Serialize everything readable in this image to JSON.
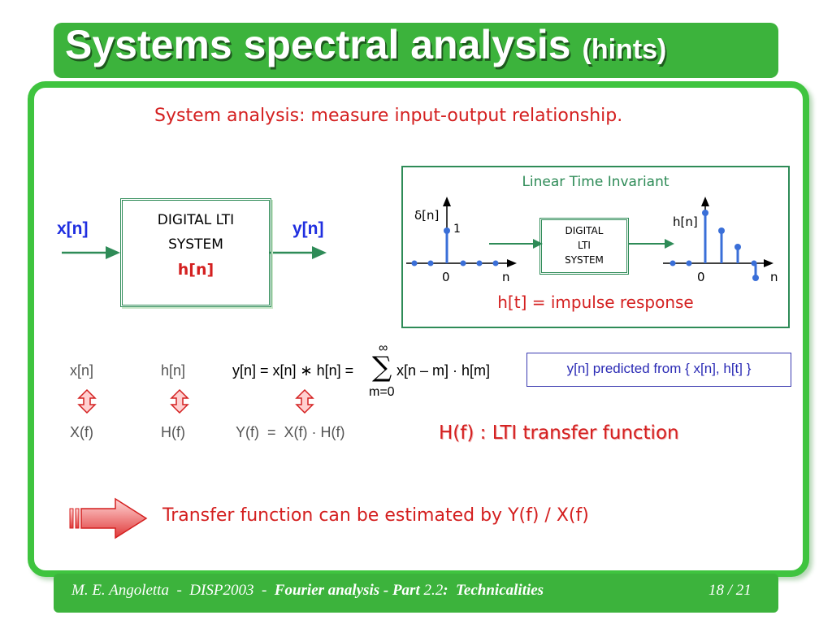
{
  "title": {
    "main": "Systems spectral analysis",
    "hint": "(hints)"
  },
  "subtitle": "System analysis: measure input-output relationship.",
  "block_diagram": {
    "input_label": "x[n]",
    "output_label": "y[n]",
    "box_line1": "DIGITAL LTI",
    "box_line2": "SYSTEM",
    "box_line3": "h[n]"
  },
  "lti_panel": {
    "title": "Linear Time Invariant",
    "left_plot": {
      "y_label": "δ[n]",
      "value_label": "1",
      "zero_label": "0",
      "n_label": "n"
    },
    "box_line1": "DIGITAL",
    "box_line2": "LTI",
    "box_line3": "SYSTEM",
    "right_plot": {
      "y_label": "h[n]",
      "zero_label": "0",
      "n_label": "n"
    },
    "caption": "h[t] = impulse response"
  },
  "relations": {
    "xn": "x[n]",
    "hn": "h[n]",
    "conv_lhs": "y[n] = x[n] ∗ h[n] =",
    "sum_top": "∞",
    "sum_symbol": "∑",
    "sum_bottom": "m=0",
    "conv_rhs": "x[n – m] · h[m]",
    "Xf": "X(f)",
    "Hf": "H(f)",
    "Yf": "Y(f)  =  X(f) · H(f)"
  },
  "prediction": "y[n] predicted from { x[n], h[t] }",
  "transfer_function": "H(f) : LTI transfer function",
  "conclusion": "Transfer function can be estimated by Y(f) / X(f)",
  "footer": {
    "author": "M. E. Angoletta  -  DISP2003  -  ",
    "course_bold": "Fourier analysis - Part",
    "part": " 2.2",
    "topic_bold": ":  Technicalities",
    "page": "18 / 21"
  },
  "colors": {
    "green_bar": "#3cb33c",
    "frame_green": "#3fc43f",
    "accent_red": "#d42020",
    "blue": "#1f2ee0",
    "dot_blue": "#3a6fd8",
    "arrow_green": "#2e8b57"
  }
}
